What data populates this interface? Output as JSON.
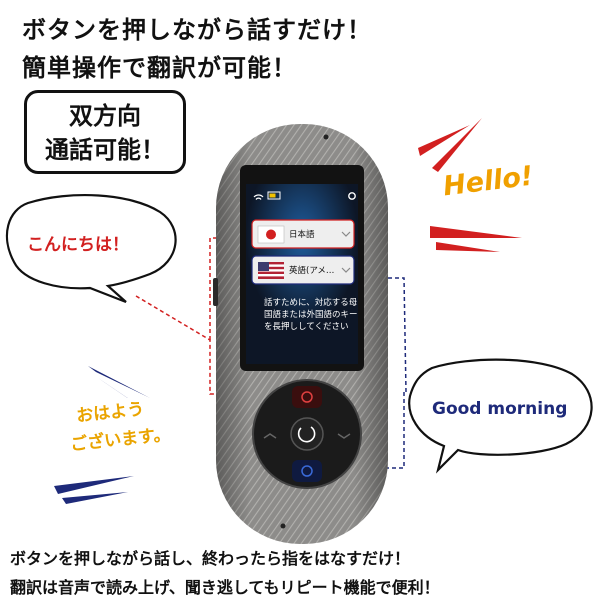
{
  "headline": {
    "line1": "ボタンを押しながら話すだけ！",
    "line2": "簡単操作で翻訳が可能！"
  },
  "badge": {
    "line1": "双方向",
    "line2": "通話可能！"
  },
  "bubbles": {
    "konnichiwa": "こんにちは！",
    "hello": "Hello!",
    "ohayo_line1": "おはよう",
    "ohayo_line2": "ございます。",
    "good_morning": "Good morning"
  },
  "device_screen": {
    "language_1": "日本語",
    "language_2": "英語(アメ…",
    "message_line1": "話すために、対応する母",
    "message_line2": "国語または外国語のキー",
    "message_line3": "を長押ししてください"
  },
  "footer": {
    "line1": "ボタンを押しながら話し、終わったら指をはなすだけ！",
    "line2": "翻訳は音声で読み上げ、聞き逃してもリピート機能で便利！"
  },
  "colors": {
    "red_accent": "#d22020",
    "yellow_accent": "#f0a000",
    "navy_accent": "#1e2a7a",
    "device_body": "#8d8c8a",
    "screen_bg": "#0d1626"
  }
}
